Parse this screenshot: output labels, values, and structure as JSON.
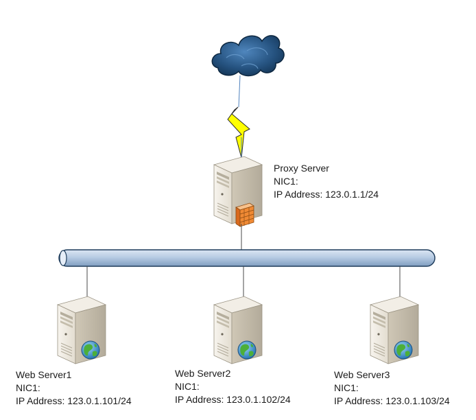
{
  "cloud": {
    "icon": "cloud-icon"
  },
  "link": {
    "icon": "lightning-bolt-icon"
  },
  "proxy": {
    "name": "Proxy Server",
    "nic": "NIC1:",
    "ip": "IP Address: 123.0.1.1/24",
    "icon": "firewall-server-icon"
  },
  "network": {
    "icon": "network-bus-icon"
  },
  "servers": [
    {
      "name": "Web Server1",
      "nic": "NIC1:",
      "ip": "IP Address: 123.0.1.101/24",
      "icon": "web-server-icon"
    },
    {
      "name": "Web Server2",
      "nic": "NIC1:",
      "ip": "IP Address: 123.0.1.102/24",
      "icon": "web-server-icon"
    },
    {
      "name": "Web Server3",
      "nic": "NIC1:",
      "ip": "IP Address: 123.0.1.103/24",
      "icon": "web-server-icon"
    }
  ],
  "colors": {
    "server_body": "#efeae0",
    "server_side": "#c9c1b0",
    "bus": "#b8cce4",
    "bolt": "#ffff00",
    "cloud": "#2d5c8a",
    "globe": "#2d9bd6",
    "firewall": "#e8822c"
  }
}
